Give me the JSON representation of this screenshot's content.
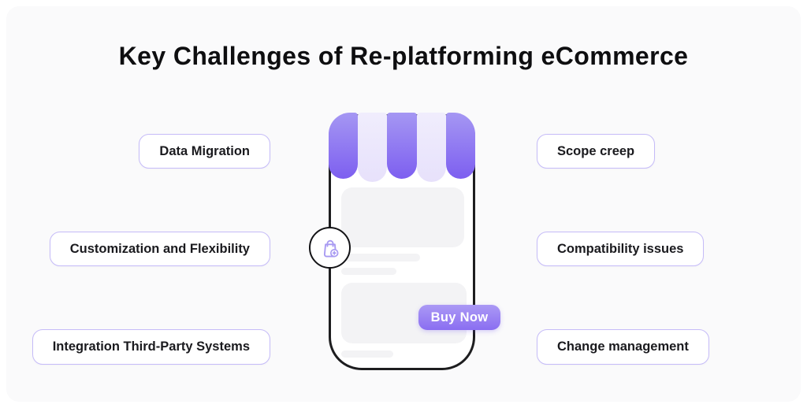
{
  "title": "Key Challenges of Re-platforming eCommerce",
  "challenges": {
    "left": [
      "Data Migration",
      "Customization and Flexibility",
      "Integration Third-Party Systems"
    ],
    "right": [
      "Scope creep",
      "Compatibility issues",
      "Change management"
    ]
  },
  "phone": {
    "buy_button_label": "Buy Now",
    "badge_icon": "shopping-bag-plus-icon"
  },
  "colors": {
    "accent_purple": "#7d5ff0",
    "accent_purple_light": "#e7e1fb",
    "button_gradient_top": "#ab99f5",
    "button_gradient_bottom": "#8a6ef1",
    "box_border": "#c5bbf8",
    "title_text": "#0e0e10",
    "label_text": "#1a1a1e",
    "placeholder_gray": "#f3f3f5",
    "phone_outline": "#1d1d1f",
    "background": "#fafafb",
    "bag_icon_stroke": "#a89af2"
  }
}
